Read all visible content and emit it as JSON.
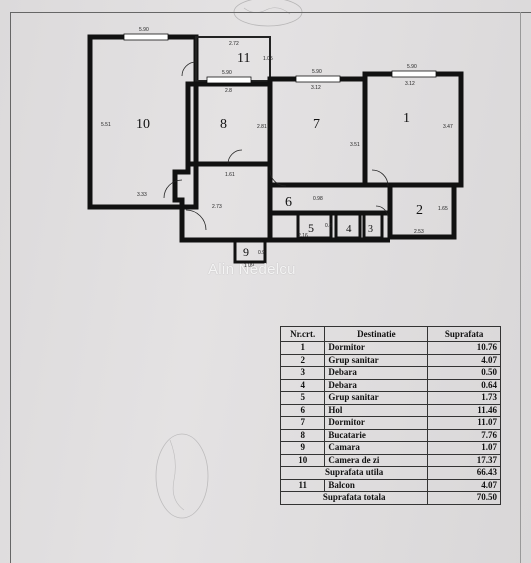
{
  "watermark": "Alin Nedelcu",
  "plan": {
    "rooms": [
      {
        "id": "1",
        "label": "1"
      },
      {
        "id": "2",
        "label": "2"
      },
      {
        "id": "3",
        "label": "3"
      },
      {
        "id": "4",
        "label": "4"
      },
      {
        "id": "5",
        "label": "5"
      },
      {
        "id": "6",
        "label": "6"
      },
      {
        "id": "7",
        "label": "7"
      },
      {
        "id": "8",
        "label": "8"
      },
      {
        "id": "9",
        "label": "9"
      },
      {
        "id": "10",
        "label": "10"
      },
      {
        "id": "11",
        "label": "11"
      }
    ],
    "window_labels": [
      "5.90",
      "5.90",
      "5.90",
      "5.90"
    ],
    "dimensions": {
      "r11_top": "2.72",
      "r11_side": "1.05",
      "r8_top": "2.8",
      "r8_side": "2.81",
      "r7_top": "3.12",
      "r7_side": "3.51",
      "r1_top": "3.12",
      "r1_side": "3.47",
      "r10_side": "5.51",
      "r10_bottom": "3.33",
      "hall_top": "1.61",
      "hall_side": "2.73",
      "r6_side": "0.98",
      "r5_bottom": "2.16",
      "r5_side": "0.8",
      "r2_side": "1.65",
      "r2_bottom": "2.53",
      "r9_bottom": "1.09",
      "r9_side": "0.9"
    }
  },
  "table": {
    "headers": {
      "nr": "Nr.crt.",
      "dest": "Destinatie",
      "area": "Suprafata"
    },
    "rows": [
      {
        "nr": "1",
        "dest": "Dormitor",
        "area": "10.76"
      },
      {
        "nr": "2",
        "dest": "Grup sanitar",
        "area": "4.07"
      },
      {
        "nr": "3",
        "dest": "Debara",
        "area": "0.50"
      },
      {
        "nr": "4",
        "dest": "Debara",
        "area": "0.64"
      },
      {
        "nr": "5",
        "dest": "Grup sanitar",
        "area": "1.73"
      },
      {
        "nr": "6",
        "dest": "Hol",
        "area": "11.46"
      },
      {
        "nr": "7",
        "dest": "Dormitor",
        "area": "11.07"
      },
      {
        "nr": "8",
        "dest": "Bucatarie",
        "area": "7.76"
      },
      {
        "nr": "9",
        "dest": "Camara",
        "area": "1.07"
      },
      {
        "nr": "10",
        "dest": "Camera de zi",
        "area": "17.37"
      }
    ],
    "useful": {
      "label": "Suprafata utila",
      "area": "66.43"
    },
    "balcony": {
      "nr": "11",
      "dest": "Balcon",
      "area": "4.07"
    },
    "total": {
      "label": "Suprafata totala",
      "area": "70.50"
    }
  }
}
